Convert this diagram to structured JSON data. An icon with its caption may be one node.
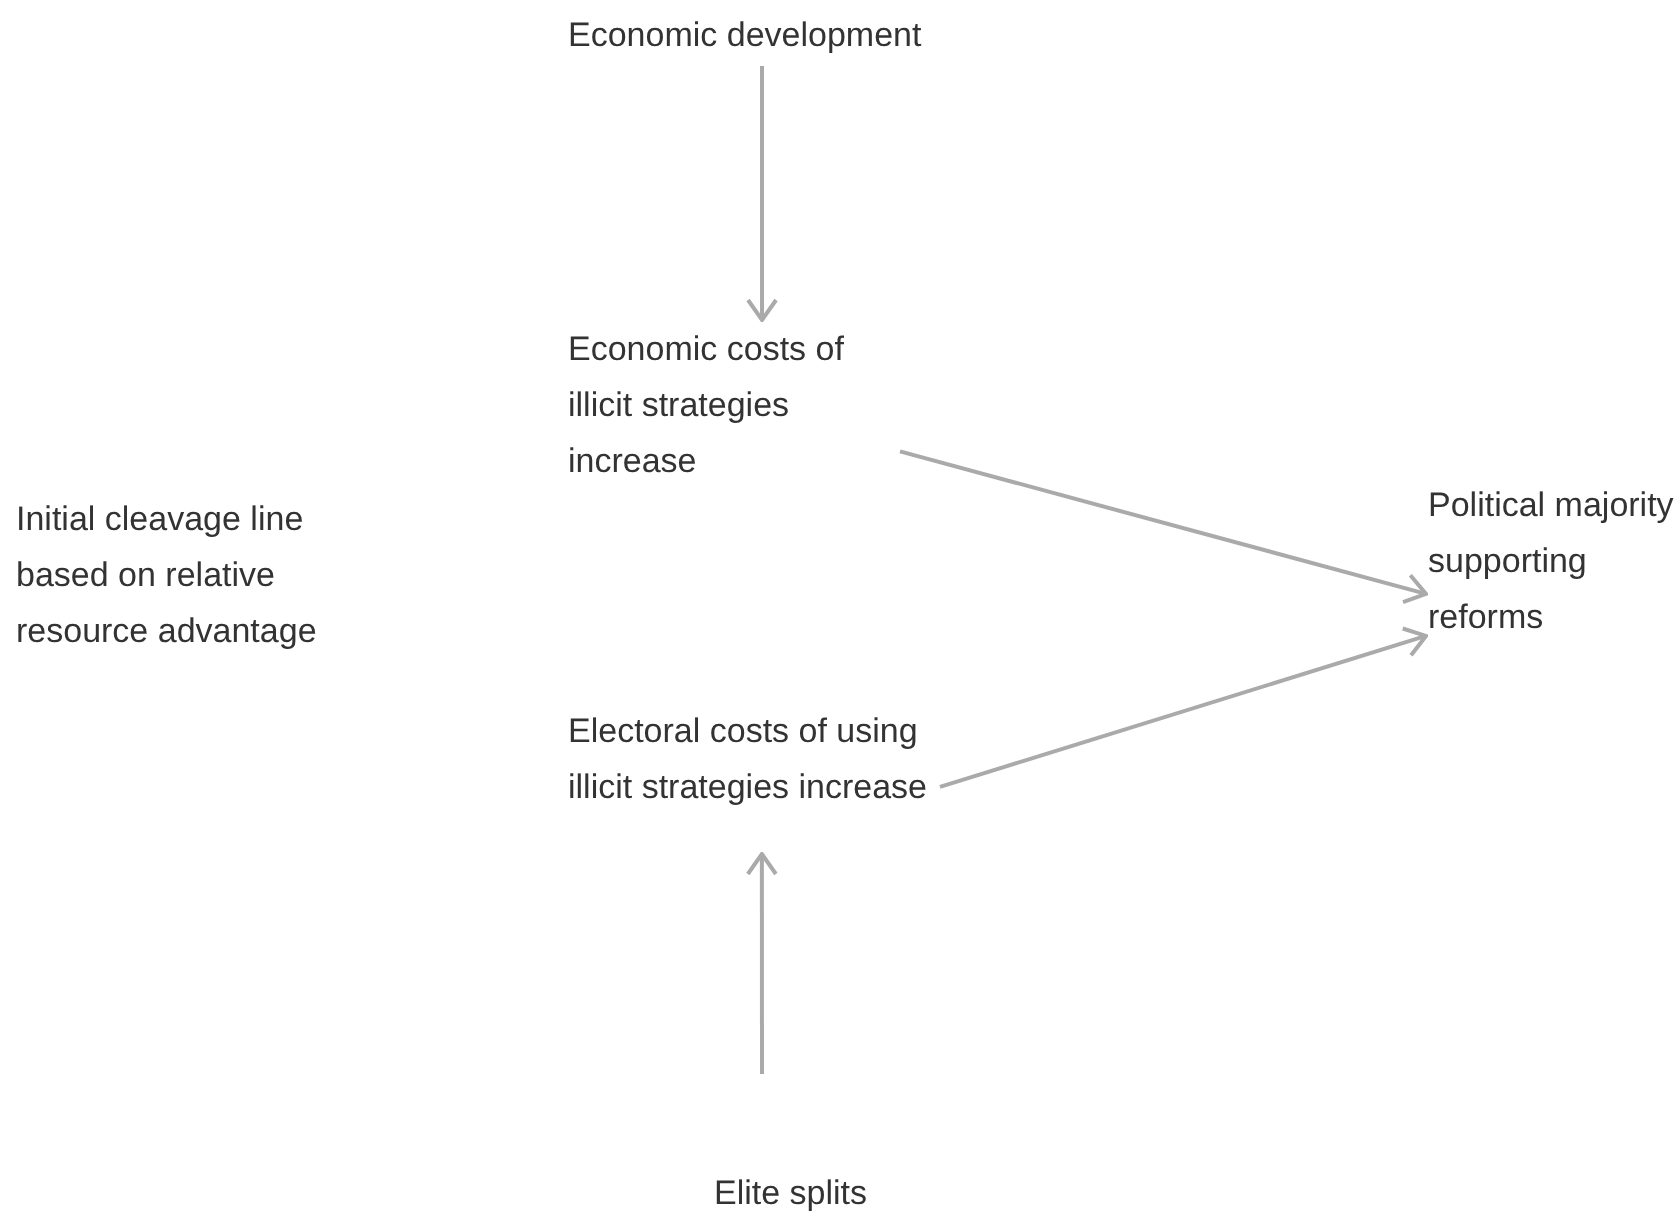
{
  "diagram": {
    "nodes": [
      {
        "text": [
          "Economic development"
        ]
      },
      {
        "text": [
          "Economic costs of illicit strategies increase"
        ]
      },
      {
        "text": [
          "Initial cleavage line based on relative resource advantage"
        ]
      },
      {
        "text": [
          "Political majority supporting reforms"
        ]
      },
      {
        "text": [
          "Electoral costs of using illicit strategies increase"
        ]
      },
      {
        "text": [
          "Elite splits"
        ]
      }
    ],
    "edges": [
      {
        "from": 0,
        "to": 1,
        "arrow": "to"
      },
      {
        "from": 1,
        "to": 3,
        "arrow": "to"
      },
      {
        "from": 4,
        "to": 3,
        "arrow": "to"
      },
      {
        "from": 5,
        "to": 4,
        "arrow": "to"
      }
    ]
  }
}
